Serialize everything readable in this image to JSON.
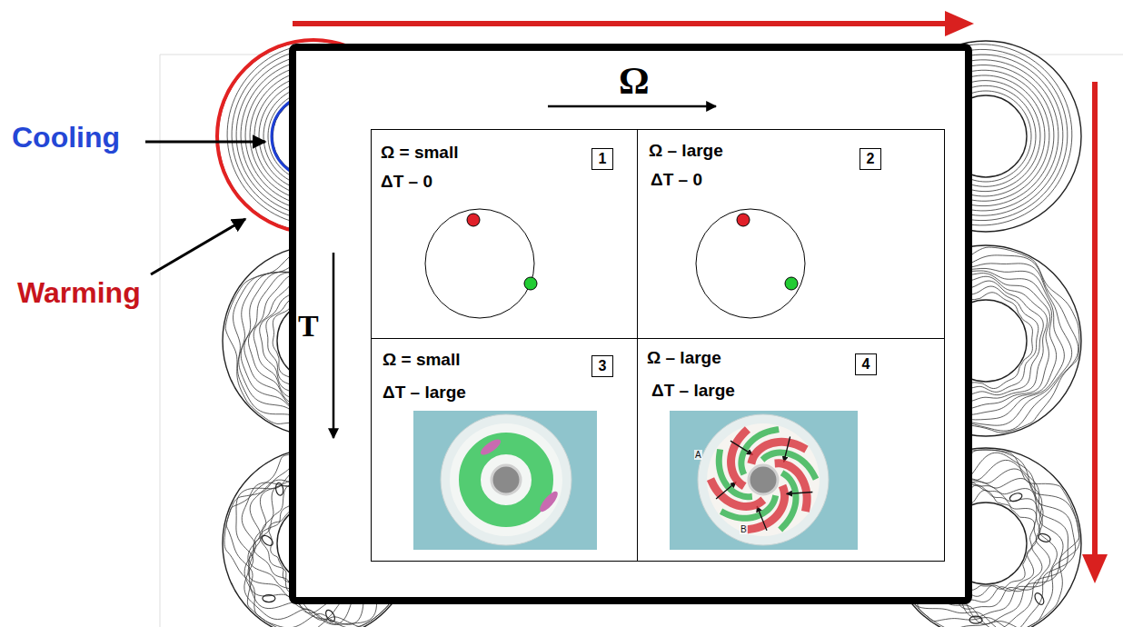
{
  "diagram": {
    "nodes": [
      {
        "text": [
          "Ω = small",
          "ΔT – 0"
        ]
      },
      {
        "text": [
          "1"
        ],
        "in": 0
      },
      {
        "text": [
          "Ω – large",
          "ΔT – 0"
        ]
      },
      {
        "text": [
          "2"
        ],
        "in": 2
      },
      {
        "text": [
          "Ω = small",
          "ΔT – large"
        ]
      },
      {
        "text": [
          "3"
        ],
        "in": 4
      },
      {
        "text": [
          "Ω – large",
          "ΔT – large"
        ]
      },
      {
        "text": [
          "4"
        ],
        "in": 6
      }
    ],
    "labels": [
      "Cooling",
      "Warming",
      "Ω",
      "T",
      "A",
      "B"
    ]
  }
}
